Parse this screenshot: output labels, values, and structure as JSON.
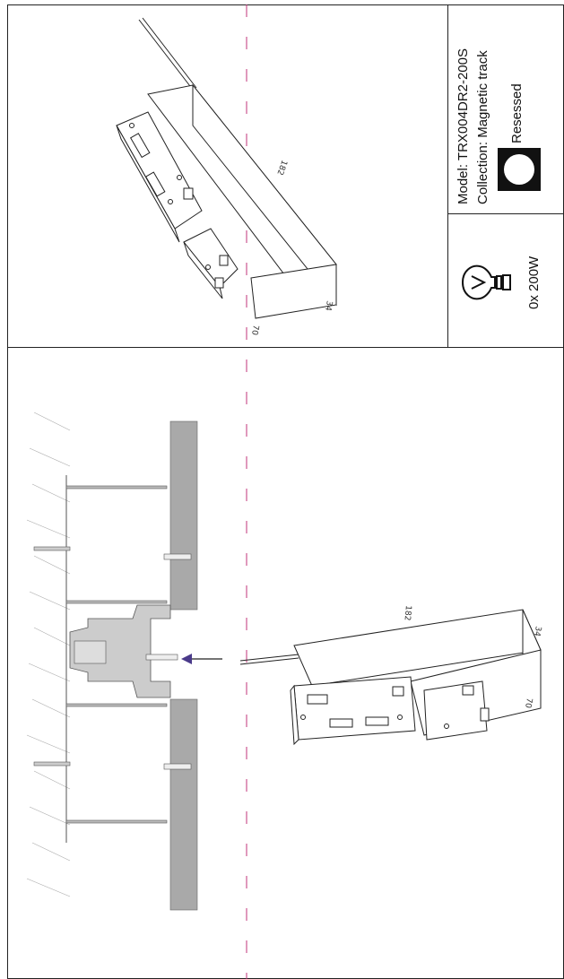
{
  "info": {
    "model": "Model: TRX004DR2-200S",
    "collection": "Collection: Magnetic track",
    "mount_type": "Resessed",
    "power": "0x 200W"
  },
  "top_drawing": {
    "dim_length": "182",
    "dim_height": "70",
    "dim_width": "34"
  },
  "bottom_drawing": {
    "dim_length": "182",
    "dim_height": "70",
    "dim_width": "34"
  },
  "colors": {
    "guide_line": "#c0337a",
    "arrow": "#4a3a8a",
    "ceiling": "#a9a9a9"
  },
  "icons": [
    "bulb-icon",
    "recessed-mount-icon"
  ]
}
